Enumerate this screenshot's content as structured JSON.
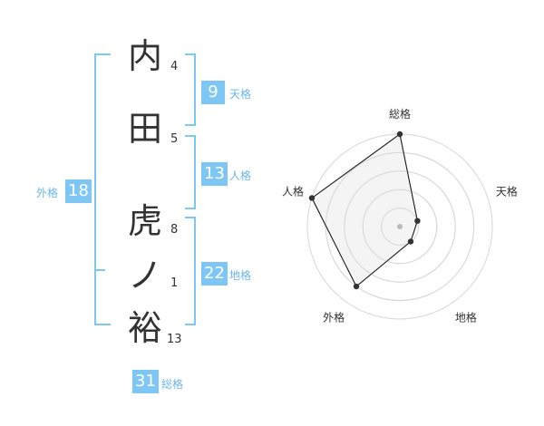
{
  "name": [
    {
      "char": "内",
      "strokes": "4"
    },
    {
      "char": "田",
      "strokes": "5"
    },
    {
      "char": "虎",
      "strokes": "8"
    },
    {
      "char": "ノ",
      "strokes": "1"
    },
    {
      "char": "裕",
      "strokes": "13"
    }
  ],
  "kaku": {
    "tenkaku": {
      "value": "9",
      "label": "天格"
    },
    "jinkaku": {
      "value": "13",
      "label": "人格"
    },
    "chikaku": {
      "value": "22",
      "label": "地格"
    },
    "gaikaku": {
      "value": "18",
      "label": "外格"
    },
    "soukaku": {
      "value": "31",
      "label": "総格"
    }
  },
  "radar": {
    "axes": [
      "総格",
      "天格",
      "地格",
      "外格",
      "人格"
    ],
    "levels": 5,
    "scores": [
      5,
      1,
      1,
      4,
      5
    ],
    "colors": {
      "ring": "#d7d7d7",
      "fill": "#f2f2f2",
      "line": "#222222",
      "dot": "#333333",
      "center": "#bbbbbb"
    }
  }
}
